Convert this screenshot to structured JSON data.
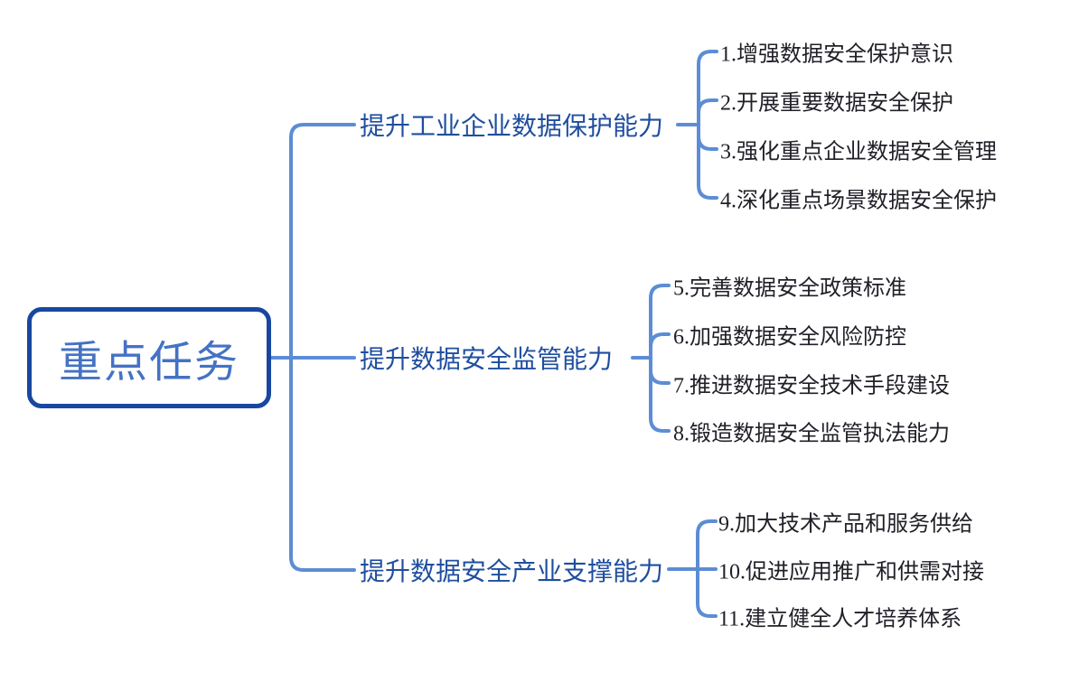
{
  "root": {
    "label": "重点任务"
  },
  "branches": [
    {
      "label": "提升工业企业数据保护能力",
      "children": [
        "1.增强数据安全保护意识",
        "2.开展重要数据安全保护",
        "3.强化重点企业数据安全管理",
        "4.深化重点场景数据安全保护"
      ]
    },
    {
      "label": "提升数据安全监管能力",
      "children": [
        "5.完善数据安全政策标准",
        "6.加强数据安全风险防控",
        "7.推进数据安全技术手段建设",
        "8.锻造数据安全监管执法能力"
      ]
    },
    {
      "label": "提升数据安全产业支撑能力",
      "children": [
        "9.加大技术产品和服务供给",
        "10.促进应用推广和供需对接",
        "11.建立健全人才培养体系"
      ]
    }
  ],
  "colors": {
    "root_border": "#1747A0",
    "root_text": "#4472C4",
    "branch_text": "#1F4E9E",
    "child_text": "#202028",
    "connector": "#5C8DD4",
    "background": "#FFFFFF"
  }
}
